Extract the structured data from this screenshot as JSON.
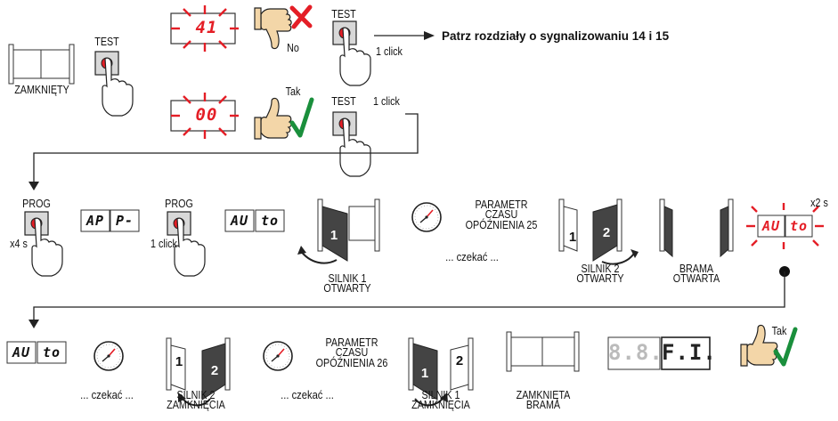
{
  "row1": {
    "gate_closed_label": "ZAMKNIĘTY",
    "test_label": "TEST",
    "error_display": "41",
    "no_label": "No",
    "test2_label": "TEST",
    "click1_label": "1 click",
    "reference_text": "Patrz rozdziały o sygnalizowaniu 14 i 15",
    "ok_display": "00",
    "yes_label": "Tak",
    "test3_label": "TEST",
    "click2_label": "1 click"
  },
  "row2": {
    "prog1_label": "PROG",
    "hold_label": "x4 s",
    "display_ap_left": "AP",
    "display_ap_right": "P-",
    "prog2_label": "PROG",
    "click3_label": "1 click",
    "display_auto_left": "AU",
    "display_auto_right": "to",
    "motor1_number": "1",
    "motor1_caption_1": "SILNIK 1",
    "motor1_caption_2": "OTWARTY",
    "delay_param_1": "PARAMETR",
    "delay_param_2": "CZASU",
    "delay_param_3": "OPÓŹNIENIA 25",
    "wait1_label": "... czekać ...",
    "motor2_number_a": "1",
    "motor2_number_b": "2",
    "motor2_caption_1": "SILNIK 2",
    "motor2_caption_2": "OTWARTY",
    "gate_open_caption_1": "BRAMA",
    "gate_open_caption_2": "OTWARTA",
    "flash_display_left": "AU",
    "flash_display_right": "to",
    "flash_time_label": "x2 s"
  },
  "row3": {
    "display_auto_left": "AU",
    "display_auto_right": "to",
    "wait2_label": "... czekać ...",
    "motor2_close_a": "1",
    "motor2_close_b": "2",
    "motor2_close_caption_1": "SILNIK 2",
    "motor2_close_caption_2": "ZAMKNIĘCIA",
    "wait3_label": "... czekać ...",
    "delay_param_1": "PARAMETR",
    "delay_param_2": "CZASU",
    "delay_param_3": "OPÓŹNIENIA 26",
    "motor1_close_a": "1",
    "motor1_close_b": "2",
    "motor1_close_caption_1": "SILNIK 1",
    "motor1_close_caption_2": "ZAMKNIĘCIA",
    "gate_closed_caption_1": "ZAMKNIĘTA",
    "gate_closed_caption_2": "BRAMA",
    "final_display_left": "8.8.",
    "final_display_right": "F.I.",
    "yes_label": "Tak"
  }
}
